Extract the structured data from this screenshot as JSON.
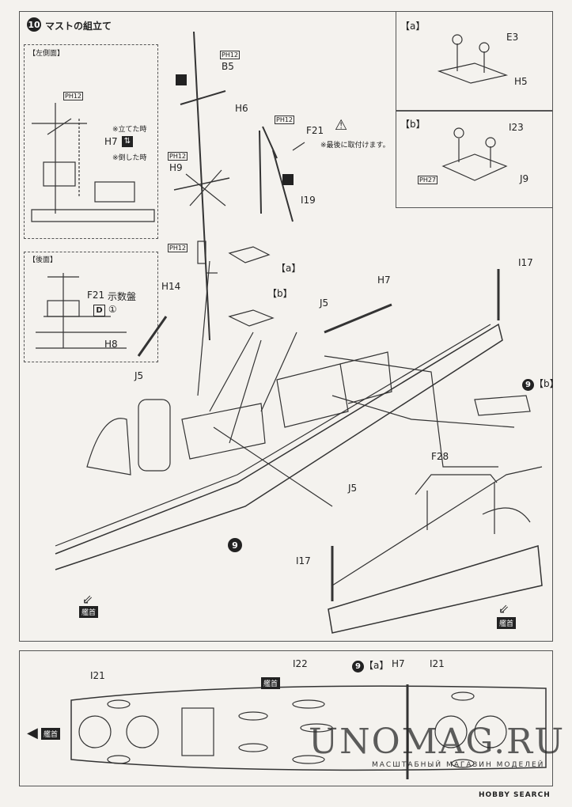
{
  "header": {
    "step_number": "10",
    "step_title": "マストの組立て"
  },
  "views": {
    "left_side": "【左側面】",
    "rear": "【後面】"
  },
  "notes": {
    "raised": "※立てた時",
    "lowered": "※倒した時",
    "attach_last": "※最後に取付けます。",
    "indicator_label": "示数盤"
  },
  "parts": {
    "ph12": "PH12",
    "ph27": "PH27",
    "b5": "B5",
    "h6": "H6",
    "f21": "F21",
    "h7": "H7",
    "h9": "H9",
    "i19": "I19",
    "h14": "H14",
    "h8": "H8",
    "j5": "J5",
    "i17": "I17",
    "f28": "F28",
    "e3": "E3",
    "h5": "H5",
    "i23": "I23",
    "j9": "J9",
    "i21": "I21",
    "i22": "I22"
  },
  "subassemblies": {
    "a": "【a】",
    "b": "【b】",
    "ref_9b": "【b】",
    "ref_9a": "【a】",
    "nine": "9"
  },
  "markers": {
    "d_key": "D",
    "d_num": "①"
  },
  "bow": {
    "label": "艦首"
  },
  "branding": {
    "watermark": "UNOMAG.RU",
    "watermark_sub": "МАСШТАБНЫЙ МАГАЗИН МОДЕЛЕЙ",
    "source": "HOBBY SEARCH"
  }
}
